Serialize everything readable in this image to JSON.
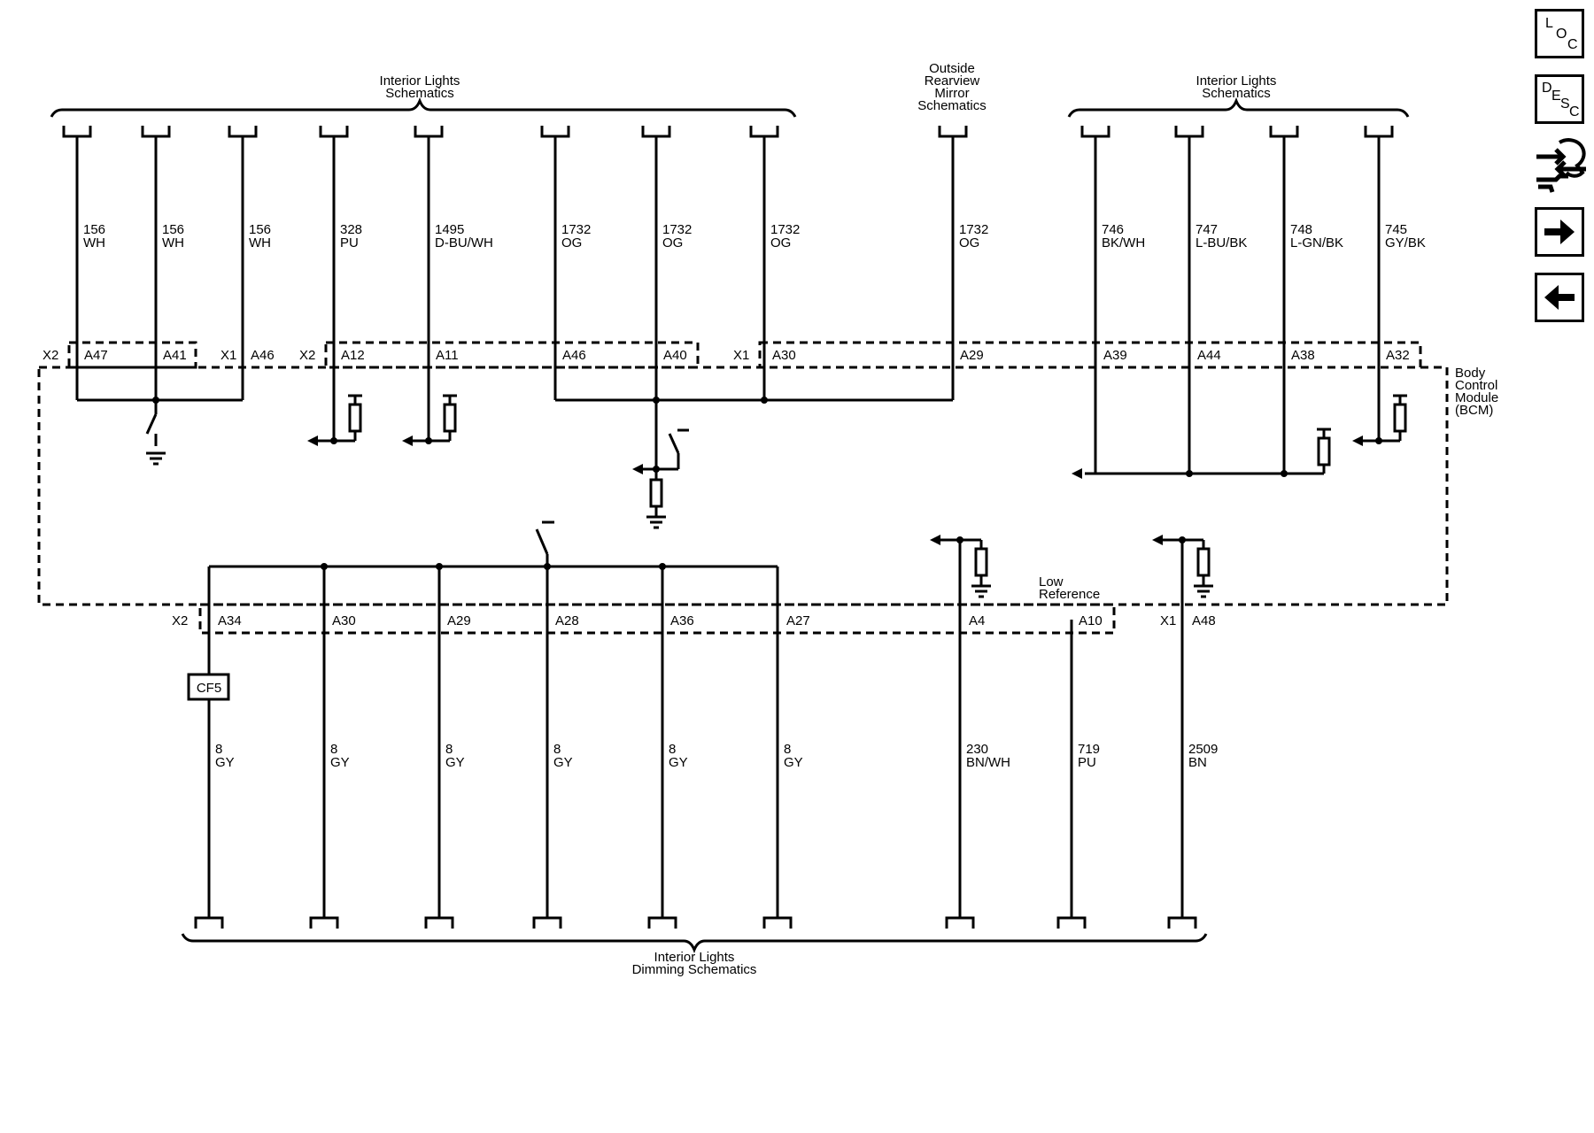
{
  "captions": {
    "interior_lights_left": [
      "Interior Lights",
      "Schematics"
    ],
    "outside_mirror": [
      "Outside",
      "Rearview",
      "Mirror",
      "Schematics"
    ],
    "interior_lights_right": [
      "Interior Lights",
      "Schematics"
    ],
    "dimming": [
      "Interior Lights",
      "Dimming Schematics"
    ],
    "bcm": [
      "Body",
      "Control",
      "Module",
      "(BCM)"
    ],
    "low_reference": [
      "Low",
      "Reference"
    ]
  },
  "top_wires": [
    {
      "circuit": "156",
      "color": "WH",
      "pin": "A47"
    },
    {
      "circuit": "156",
      "color": "WH",
      "pin": "A41"
    },
    {
      "circuit": "156",
      "color": "WH",
      "pin": "A46"
    },
    {
      "circuit": "328",
      "color": "PU",
      "pin": "A12"
    },
    {
      "circuit": "1495",
      "color": "D-BU/WH",
      "pin": "A11"
    },
    {
      "circuit": "1732",
      "color": "OG",
      "pin": "A46"
    },
    {
      "circuit": "1732",
      "color": "OG",
      "pin": "A40"
    },
    {
      "circuit": "1732",
      "color": "OG",
      "pin": "A30"
    },
    {
      "circuit": "1732",
      "color": "OG",
      "pin": "A29"
    },
    {
      "circuit": "746",
      "color": "BK/WH",
      "pin": "A39"
    },
    {
      "circuit": "747",
      "color": "L-BU/BK",
      "pin": "A44"
    },
    {
      "circuit": "748",
      "color": "L-GN/BK",
      "pin": "A38"
    },
    {
      "circuit": "745",
      "color": "GY/BK",
      "pin": "A32"
    }
  ],
  "top_connectors": [
    "X2",
    "X1",
    "X2",
    "X1"
  ],
  "bottom_wires": [
    {
      "circuit": "8",
      "color": "GY",
      "pin": "A34"
    },
    {
      "circuit": "8",
      "color": "GY",
      "pin": "A30"
    },
    {
      "circuit": "8",
      "color": "GY",
      "pin": "A29"
    },
    {
      "circuit": "8",
      "color": "GY",
      "pin": "A28"
    },
    {
      "circuit": "8",
      "color": "GY",
      "pin": "A36"
    },
    {
      "circuit": "8",
      "color": "GY",
      "pin": "A27"
    },
    {
      "circuit": "230",
      "color": "BN/WH",
      "pin": "A4"
    },
    {
      "circuit": "719",
      "color": "PU",
      "pin": "A10"
    },
    {
      "circuit": "2509",
      "color": "BN",
      "pin": "A48"
    }
  ],
  "bottom_connectors": [
    "X2",
    "X1"
  ],
  "fuse_label": "CF5",
  "nav": {
    "loc": [
      "L",
      "O",
      "C"
    ],
    "desc": [
      "D",
      "E",
      "S",
      "C"
    ]
  }
}
